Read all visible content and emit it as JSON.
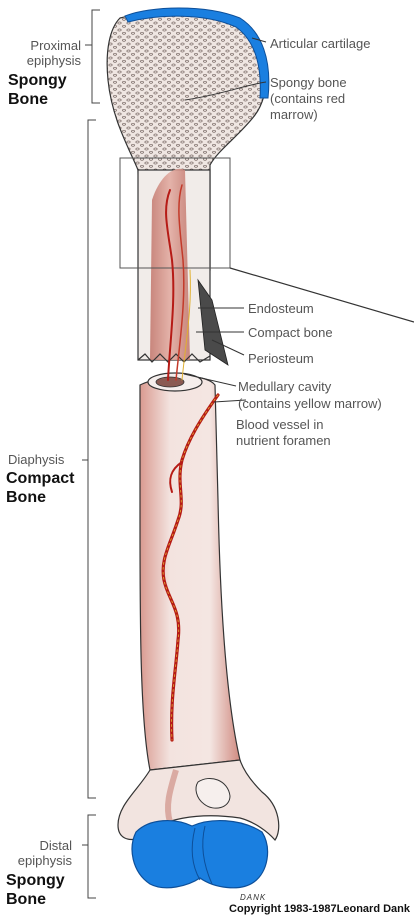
{
  "colors": {
    "cartilage": "#1a7fe0",
    "bone_fill": "#f2e4e0",
    "marrow_red": "#c98478",
    "vessel": "#b61b16",
    "label_text": "#555555"
  },
  "left_labels": {
    "proximal": {
      "line1": "Proximal",
      "line2": "epiphysis",
      "bold1": "Spongy",
      "bold2": "Bone"
    },
    "diaphysis": {
      "line1": "Diaphysis",
      "bold1": "Compact",
      "bold2": "Bone"
    },
    "distal": {
      "line1": "Distal",
      "line2": "epiphysis",
      "bold1": "Spongy",
      "bold2": "Bone"
    }
  },
  "right_labels": {
    "articular_cartilage": "Articular cartilage",
    "spongy_bone": {
      "line1": "Spongy bone",
      "line2": "(contains red",
      "line3": "marrow)"
    },
    "endosteum": "Endosteum",
    "compact_bone": "Compact bone",
    "periosteum": "Periosteum",
    "medullary_cavity": {
      "line1": "Medullary cavity",
      "line2": "(contains yellow marrow)"
    },
    "blood_vessel": {
      "line1": "Blood vessel in",
      "line2": "nutrient foramen"
    }
  },
  "signature": "DANK",
  "copyright": "Copyright 1983-1987Leonard Dank"
}
